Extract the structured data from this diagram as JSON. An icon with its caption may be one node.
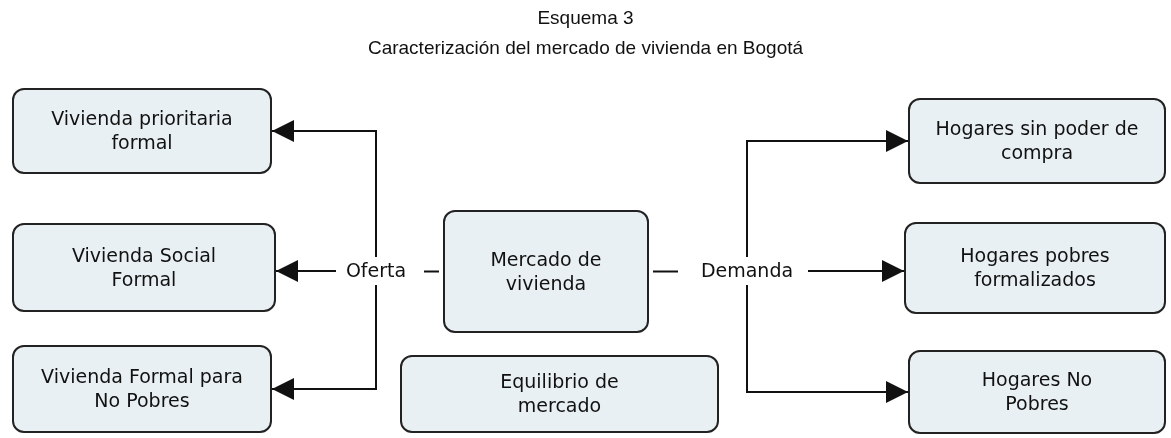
{
  "diagram": {
    "title": "Esquema 3",
    "labels": [
      "Caracterización del mercado de vivienda en Bogotá"
    ],
    "nodes": [
      {
        "text": [
          "Vivienda prioritaria formal"
        ]
      },
      {
        "text": [
          "Hogares sin poder de compra"
        ]
      },
      {
        "text": [
          "Vivienda Social Formal"
        ]
      },
      {
        "text": [
          "Oferta"
        ]
      },
      {
        "text": [
          "Mercado de vivienda"
        ]
      },
      {
        "text": [
          "Demanda"
        ]
      },
      {
        "text": [
          "Hogares pobres formalizados"
        ]
      },
      {
        "text": [
          "Vivienda Formal para No Pobres"
        ]
      },
      {
        "text": [
          "Equilibrio de mercado"
        ]
      },
      {
        "text": [
          "Hogares No Pobres"
        ]
      }
    ],
    "edges": [
      {
        "from": 4,
        "to": 3,
        "arrow": "none"
      },
      {
        "from": 3,
        "to": 0,
        "arrow": "to"
      },
      {
        "from": 3,
        "to": 2,
        "arrow": "to"
      },
      {
        "from": 3,
        "to": 7,
        "arrow": "to"
      },
      {
        "from": 4,
        "to": 5,
        "arrow": "none"
      },
      {
        "from": 5,
        "to": 1,
        "arrow": "to"
      },
      {
        "from": 5,
        "to": 6,
        "arrow": "to"
      },
      {
        "from": 5,
        "to": 9,
        "arrow": "to"
      }
    ]
  }
}
